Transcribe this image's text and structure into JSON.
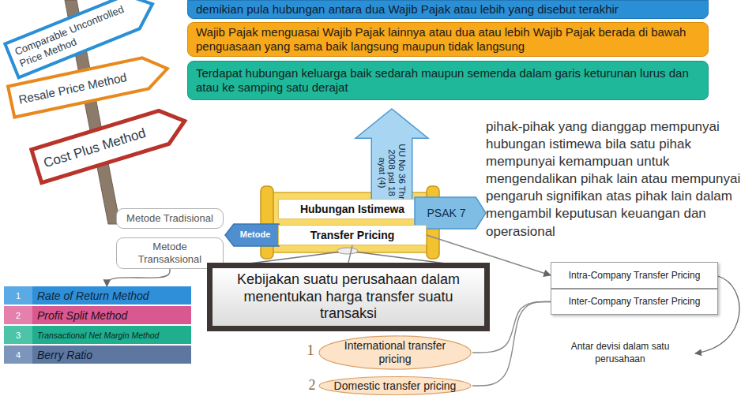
{
  "diagram": {
    "nodes": [
      {
        "text": [
          "demikian pula hubungan antara dua Wajib Pajak atau lebih yang disebut terakhir"
        ]
      },
      {
        "text": [
          "Comparable Uncontrolled Price Method"
        ]
      },
      {
        "text": [
          "Wajib Pajak menguasai Wajib Pajak lainnya atau dua atau lebih Wajib Pajak berada di bawah penguasaan yang sama baik langsung maupun tidak langsung"
        ]
      },
      {
        "text": [
          "Resale Price Method"
        ]
      },
      {
        "text": [
          "Terdapat hubungan keluarga baik sedarah maupun semenda dalam garis keturunan lurus dan atau ke samping satu derajat"
        ]
      },
      {
        "text": [
          "Cost Plus Method"
        ]
      },
      {
        "text": [
          "UU No 36 Thn 2008 psl 18 ayat (4)"
        ]
      },
      {
        "text": [
          "Hubungan Istimewa"
        ]
      },
      {
        "text": [
          "PSAK 7"
        ]
      },
      {
        "text": [
          "Metode Tradisional"
        ]
      },
      {
        "text": [
          "Metode"
        ]
      },
      {
        "text": [
          "Transfer Pricing"
        ]
      },
      {
        "text": [
          "Metode Transaksional"
        ]
      },
      {
        "text": [
          "Kebijakan suatu perusahaan dalam menentukan harga transfer suatu transaksi"
        ]
      },
      {
        "text": [
          "Intra-Company Transfer Pricing"
        ]
      },
      {
        "text": [
          "Inter-Company Transfer Pricing"
        ]
      },
      {
        "text": [
          "1",
          "Rate of Return Method"
        ]
      },
      {
        "text": [
          "2",
          "Profit Split Method"
        ]
      },
      {
        "text": [
          "3",
          "Transactional Net Margin Method"
        ]
      },
      {
        "text": [
          "4",
          "Berry Ratio"
        ]
      },
      {
        "text": [
          "International transfer pricing"
        ]
      },
      {
        "text": [
          "Domestic transfer pricing"
        ]
      }
    ],
    "edges": [
      {
        "from": 12,
        "to": 16,
        "arrow": "to"
      },
      {
        "from": 11,
        "to": 14,
        "arrow": "to"
      },
      {
        "from": 11,
        "to": 13,
        "arrow": "none"
      },
      {
        "from": 15,
        "to": 20,
        "arrow": "none"
      },
      {
        "from": 15,
        "to": 21,
        "arrow": "none"
      }
    ],
    "labels": [
      "pihak-pihak yang dianggap mempunyai hubungan istimewa bila satu pihak mempunyai kemampuan untuk mengendalikan pihak lain atau mempunyai pengaruh signifikan atas pihak lain dalam mengambil keputusan keuangan dan operasional",
      "Antar devisi dalam satu perusahaan",
      "1",
      "2"
    ]
  }
}
